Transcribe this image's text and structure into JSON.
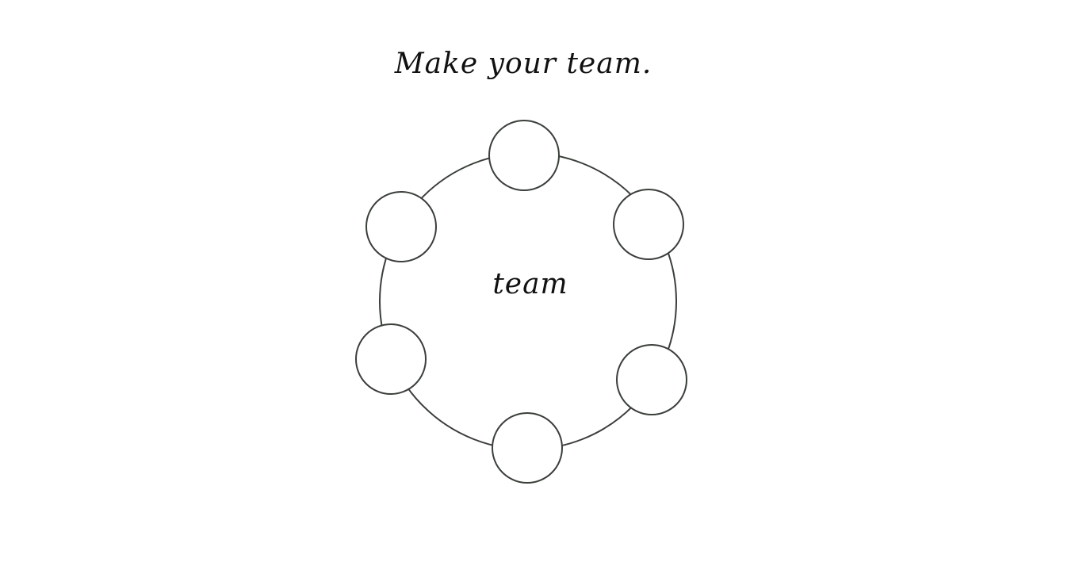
{
  "headline": "Make your team.",
  "diagram": {
    "center_label": "team",
    "member_slots": [
      {
        "id": "slot-1",
        "label": ""
      },
      {
        "id": "slot-2",
        "label": ""
      },
      {
        "id": "slot-3",
        "label": ""
      },
      {
        "id": "slot-4",
        "label": ""
      },
      {
        "id": "slot-5",
        "label": ""
      },
      {
        "id": "slot-6",
        "label": ""
      }
    ],
    "stroke_color": "#3a3f3a"
  }
}
